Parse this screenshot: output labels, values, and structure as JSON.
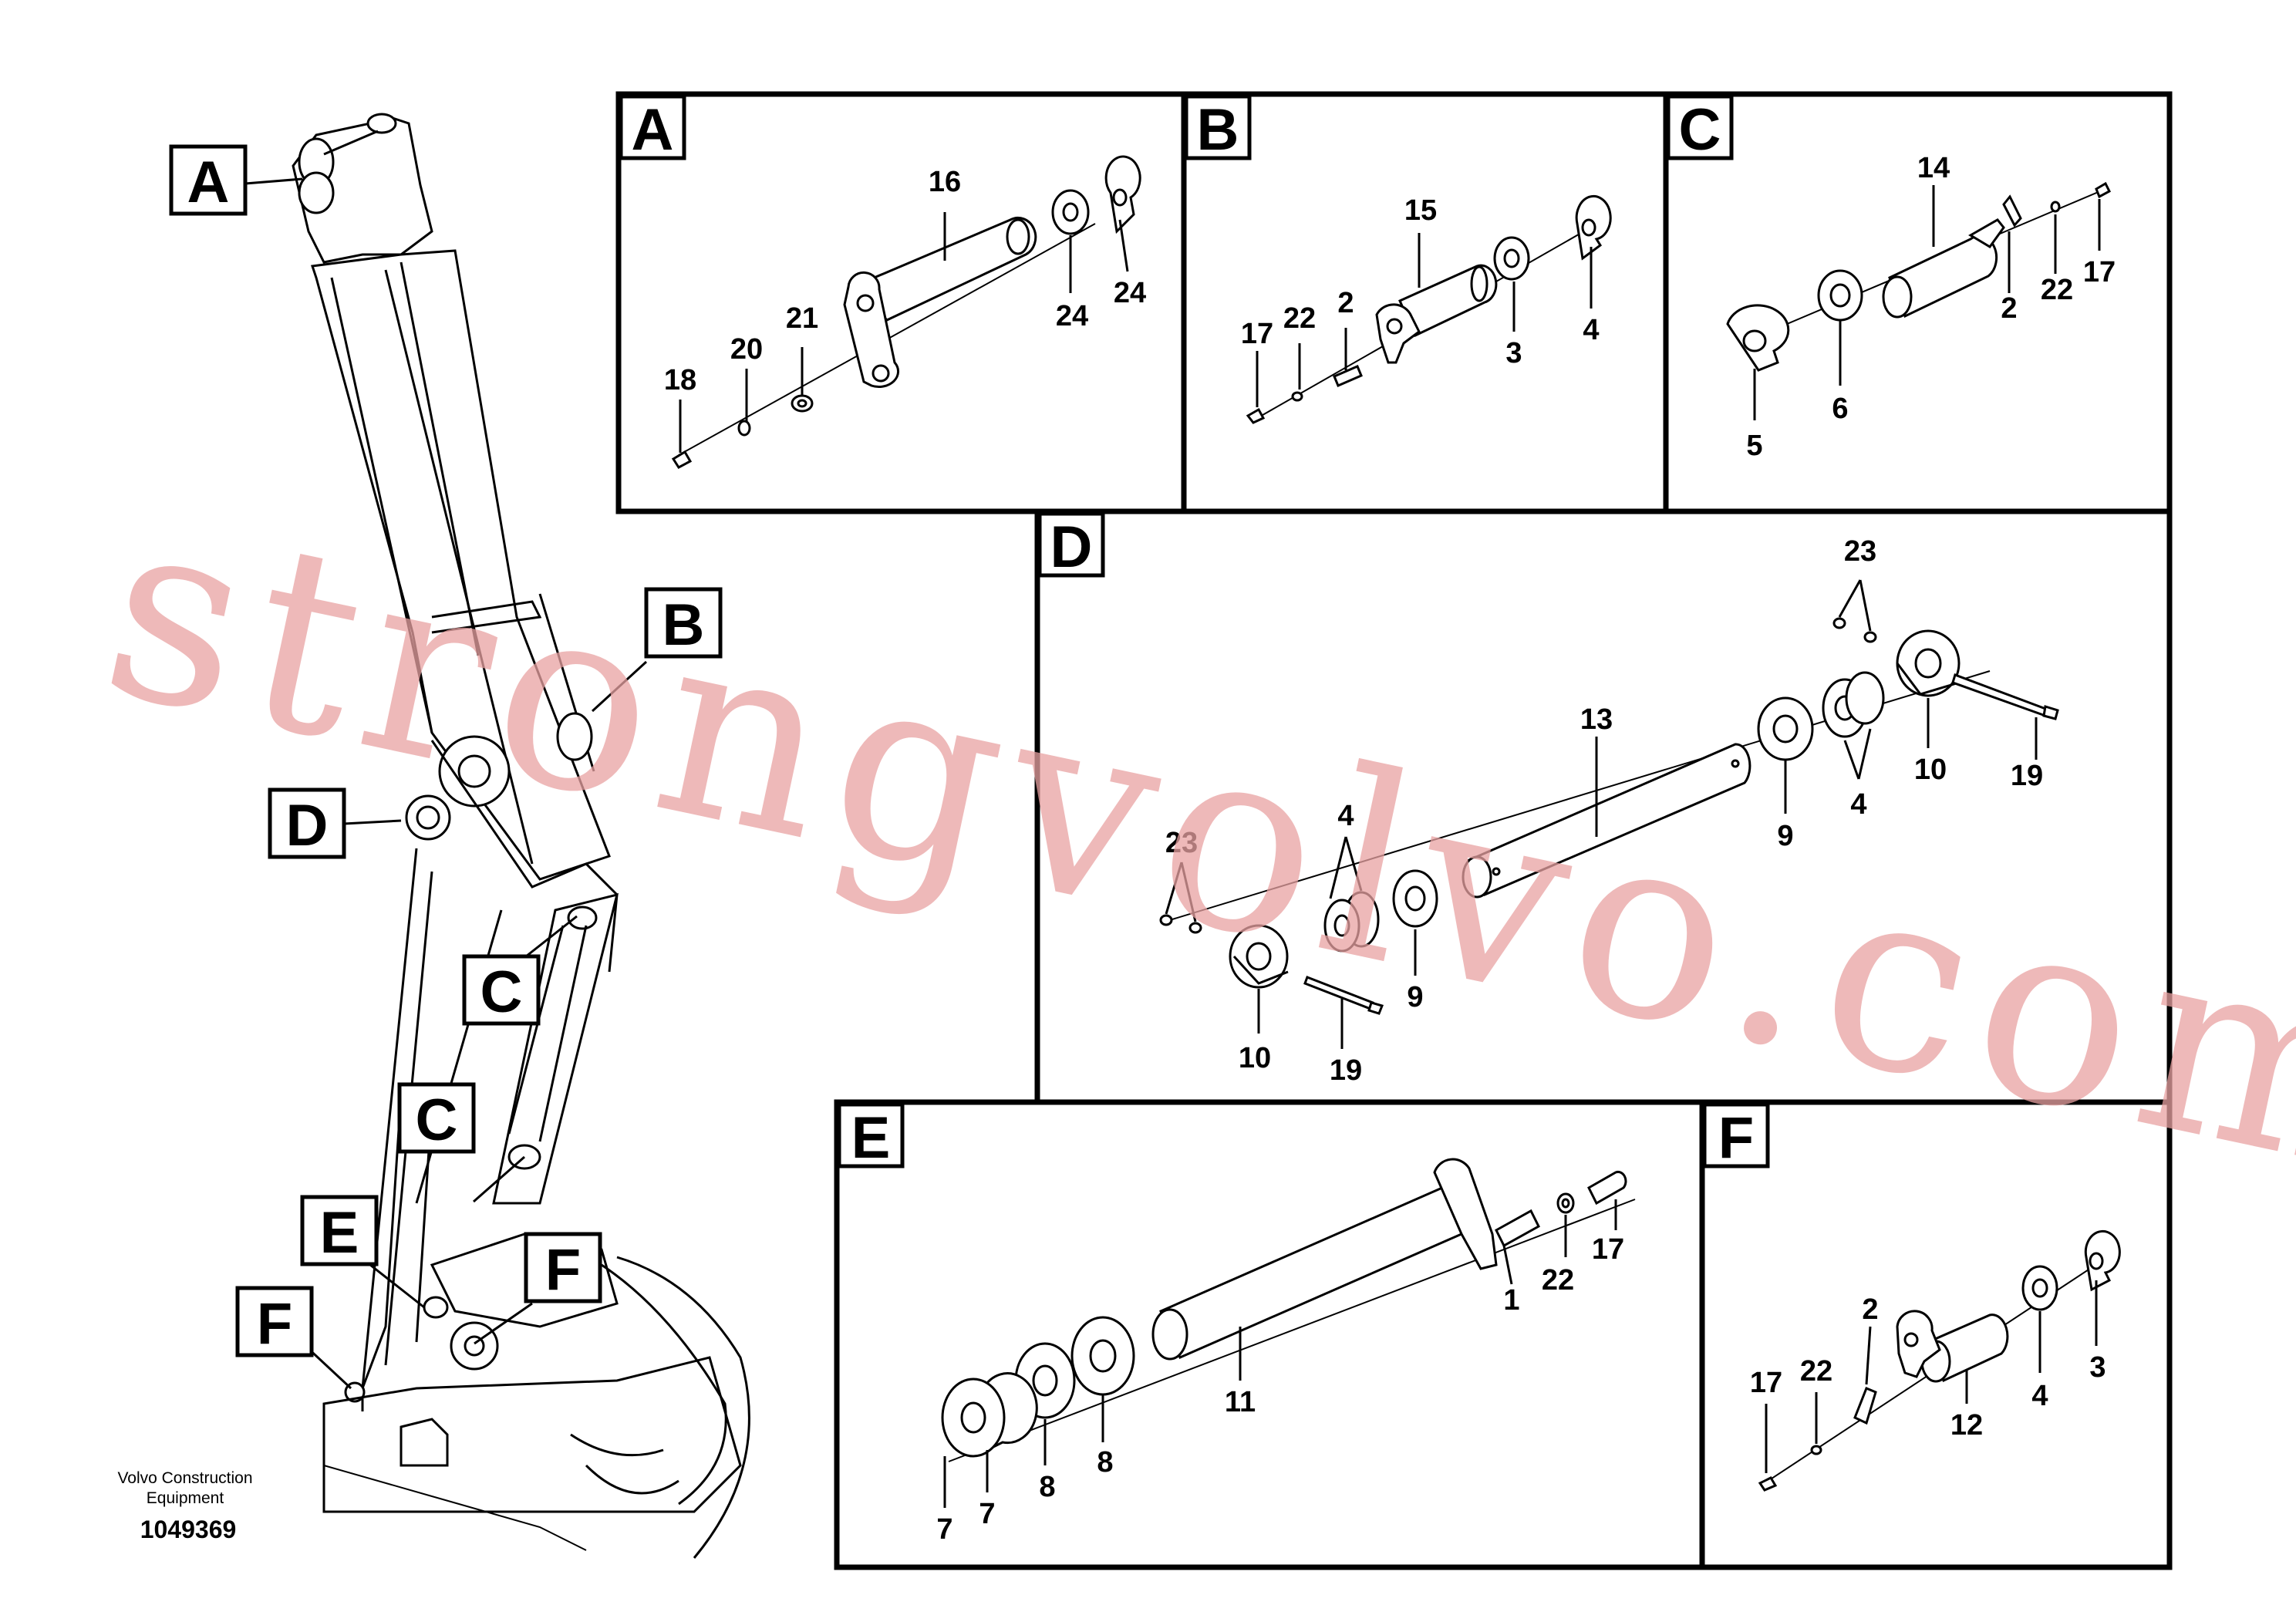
{
  "footer": {
    "company_line1": "Volvo Construction",
    "company_line2": "Equipment",
    "doc_number": "1049369"
  },
  "watermark": "strongvolvo.com",
  "overview_callouts": [
    "A",
    "B",
    "D",
    "C",
    "C",
    "E",
    "F",
    "F"
  ],
  "panels": {
    "A": {
      "label": "A",
      "parts": [
        "16",
        "24",
        "24",
        "18",
        "20",
        "21"
      ]
    },
    "B": {
      "label": "B",
      "parts": [
        "15",
        "17",
        "22",
        "2",
        "3",
        "4"
      ]
    },
    "C": {
      "label": "C",
      "parts": [
        "14",
        "2",
        "22",
        "17",
        "5",
        "6"
      ]
    },
    "D": {
      "label": "D",
      "parts": [
        "23",
        "13",
        "4",
        "23",
        "9",
        "4",
        "10",
        "19",
        "9",
        "10",
        "19"
      ]
    },
    "E": {
      "label": "E",
      "parts": [
        "1",
        "22",
        "17",
        "11",
        "7",
        "7",
        "8",
        "8"
      ]
    },
    "F": {
      "label": "F",
      "parts": [
        "2",
        "17",
        "22",
        "12",
        "4",
        "3"
      ]
    }
  },
  "colors": {
    "ink": "#000000",
    "watermark": "#e8a1a1"
  }
}
